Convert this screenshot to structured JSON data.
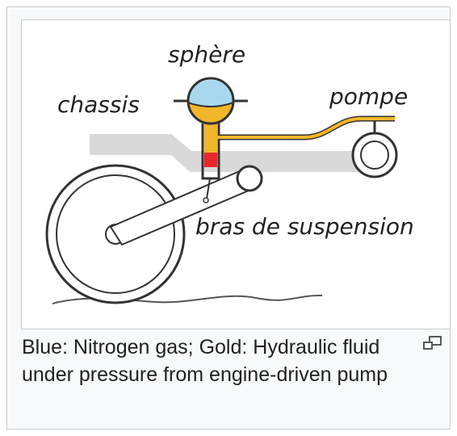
{
  "figure": {
    "labels": {
      "sphere": "sphère",
      "chassis": "chassis",
      "pump": "pompe",
      "suspension_arm": "bras de suspension"
    },
    "caption": "Blue: Nitrogen gas; Gold: Hydraulic fluid under pressure from engine-driven pump",
    "colors": {
      "nitrogen_gas": "#a9d8ee",
      "hydraulic_fluid": "#f2b62b",
      "cylinder_piston": "#e8272c",
      "chassis": "#d9d9d9",
      "outline": "#333333"
    },
    "magnify_icon": "magnify-clip-icon"
  }
}
